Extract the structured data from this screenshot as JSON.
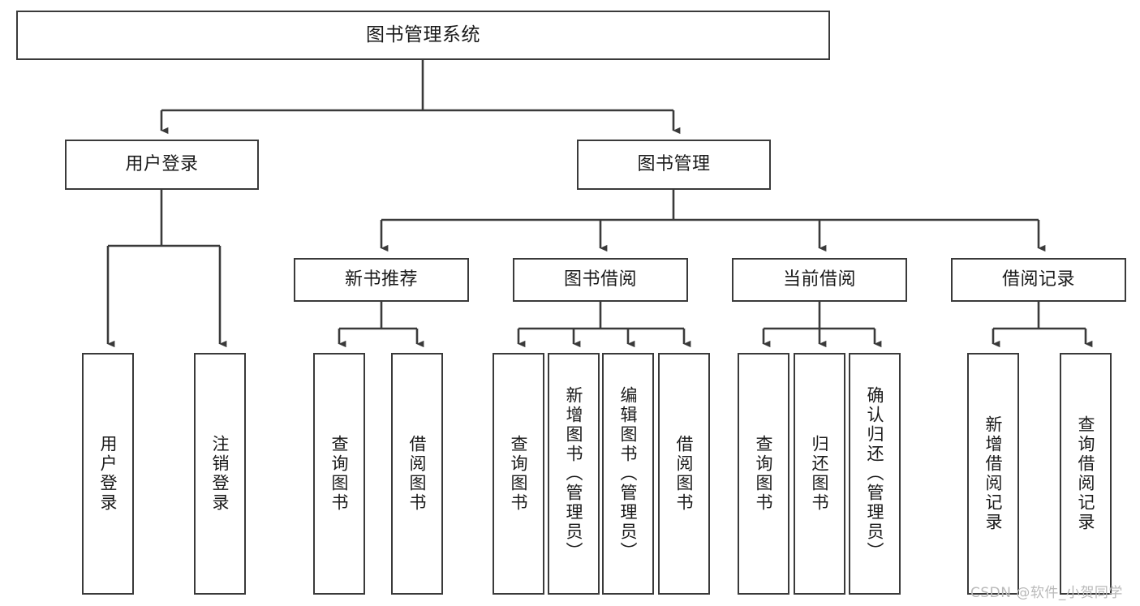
{
  "diagram": {
    "title": "图书管理系统",
    "type": "functional-structure-tree",
    "watermark": "CSDN @软件_小贺同学",
    "colors": {
      "background": "#ffffff",
      "box_border": "#3a3a3a",
      "box_fill": "#ffffff",
      "text": "#1a1a1a",
      "connector": "#3a3a3a",
      "watermark": "#b9b9b9"
    },
    "root": {
      "label": "图书管理系统"
    },
    "level2": [
      {
        "label": "用户登录"
      },
      {
        "label": "图书管理"
      }
    ],
    "level3": [
      {
        "label": "新书推荐"
      },
      {
        "label": "图书借阅"
      },
      {
        "label": "当前借阅"
      },
      {
        "label": "借阅记录"
      }
    ],
    "leaves": {
      "user_login": [
        {
          "label": "用户登录"
        },
        {
          "label": "注销登录"
        }
      ],
      "new_book_recommend": [
        {
          "label": "查询图书"
        },
        {
          "label": "借阅图书"
        }
      ],
      "book_borrow": [
        {
          "label": "查询图书"
        },
        {
          "label": "新增图书（管理员）"
        },
        {
          "label": "编辑图书（管理员）"
        },
        {
          "label": "借阅图书"
        }
      ],
      "current_borrow": [
        {
          "label": "查询图书"
        },
        {
          "label": "归还图书"
        },
        {
          "label": "确认归还（管理员）"
        }
      ],
      "borrow_record": [
        {
          "label": "新增借阅记录"
        },
        {
          "label": "查询借阅记录"
        }
      ]
    }
  }
}
